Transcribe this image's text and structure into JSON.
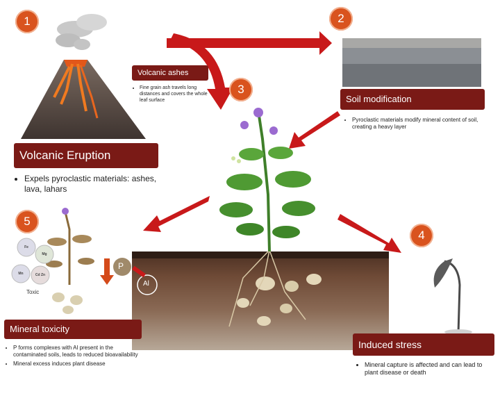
{
  "steps": [
    "1",
    "2",
    "3",
    "4",
    "5"
  ],
  "eruption": {
    "title": "Volcanic Eruption",
    "bullets": [
      "Expels pyroclastic materials: ashes, lava, lahars"
    ]
  },
  "ashes": {
    "title": "Volcanic ashes",
    "bullets": [
      "Fine grain ash travels long distances and covers the whole leaf surface"
    ]
  },
  "soil_mod": {
    "title": "Soil modification",
    "bullets": [
      "Pyroclastic materials modify mineral content of soil, creating a heavy layer"
    ]
  },
  "toxicity": {
    "title": "Mineral toxicity",
    "bullets": [
      "P forms complexes with Al present in the contaminated soils, leads to reduced bioavailability",
      "Mineral excess induces plant disease"
    ]
  },
  "stress": {
    "title": "Induced stress",
    "bullets": [
      "Mineral capture is affected and can lead to plant disease or death"
    ]
  },
  "minerals": {
    "toxic_label": "Toxic",
    "nutrients": [
      "Fe",
      "Mg",
      "Mn",
      "Cd Zn"
    ],
    "p_label": "P",
    "al_label": "Al"
  },
  "colors": {
    "arrow": "#c8191a",
    "box": "#7a1a16",
    "step_circle": "#d9531e"
  }
}
